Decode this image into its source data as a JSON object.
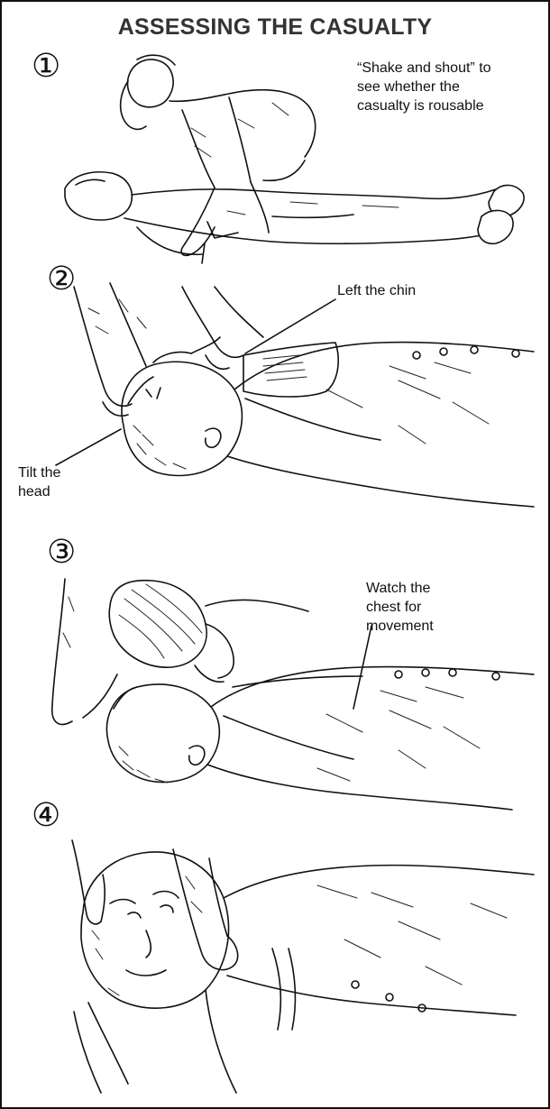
{
  "title": "ASSESSING THE CASUALTY",
  "steps": [
    {
      "number": "①",
      "labels": [
        "“Shake and shout” to\nsee whether the\ncasualty is rousable"
      ]
    },
    {
      "number": "②",
      "labels": [
        "Left the chin",
        "Tilt the\nhead"
      ]
    },
    {
      "number": "③",
      "labels": [
        "Watch the\nchest for\nmovement"
      ]
    },
    {
      "number": "④",
      "labels": []
    }
  ]
}
